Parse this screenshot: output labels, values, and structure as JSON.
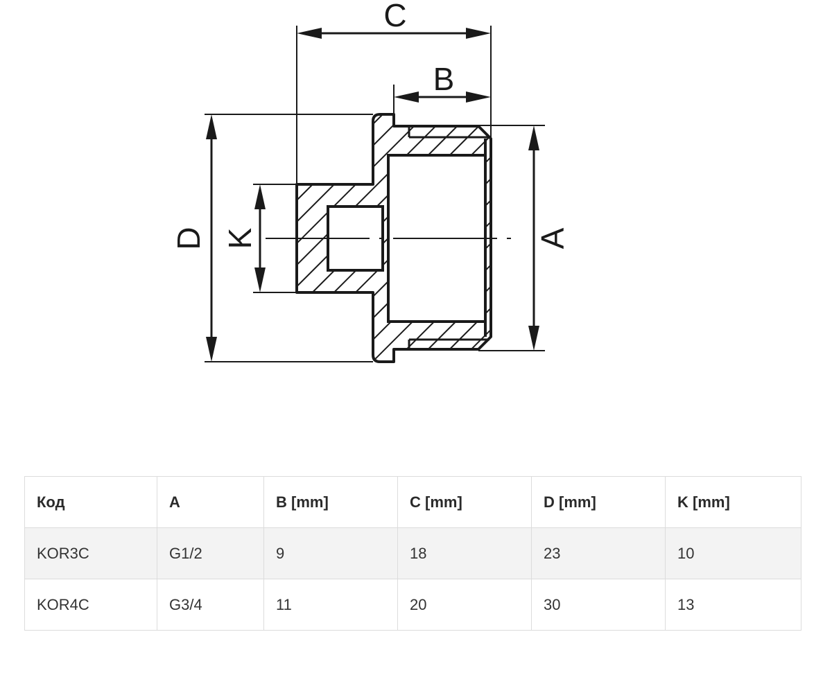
{
  "diagram": {
    "labels": {
      "a": "A",
      "b": "B",
      "c": "C",
      "d": "D",
      "k": "K"
    }
  },
  "table": {
    "headers": [
      "Код",
      "A",
      "B [mm]",
      "C [mm]",
      "D [mm]",
      "K [mm]"
    ],
    "rows": [
      [
        "KOR3C",
        "G1/2",
        "9",
        "18",
        "23",
        "10"
      ],
      [
        "KOR4C",
        "G3/4",
        "11",
        "20",
        "30",
        "13"
      ]
    ]
  }
}
